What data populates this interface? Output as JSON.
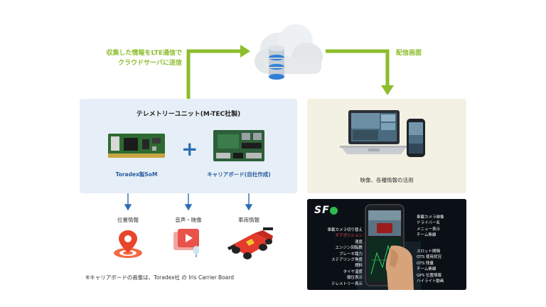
{
  "upload_label_line1": "収集した情報をLTE通信で",
  "upload_label_line2": "クラウドサーバに送信",
  "delivery_label": "配信画面",
  "unit_title": "テレメトリーユニット(M-TEC社製)",
  "som_label": "Toradex製SoM",
  "plus_sign": "+",
  "carrier_label": "キャリアボード(自社作成)",
  "inputs": [
    {
      "label": "位置情報"
    },
    {
      "label": "音声・映像"
    },
    {
      "label": "車両情報"
    }
  ],
  "usage_label": "映像、各種情報の活用",
  "app_logo": "SF",
  "menu_left": [
    "車載カメラ切り替え",
    "ギアポジション",
    "速度",
    "エンジン回転数",
    "ブレーキ踏力",
    "ステアリング角度",
    "燃料",
    "タイヤ温度",
    "順位表示",
    "テレメトリー表示"
  ],
  "menu_left_highlight": 1,
  "menu_right": [
    "車載カメラ映像",
    "ドライバー名",
    "メニュー表示",
    "チーム無線",
    "スロット間隔",
    "OTS 使用状況",
    "OTS 残量",
    "チーム無線",
    "GPS 位置情報",
    "ハイライト動画"
  ],
  "footnote": "※キャリアボードの画像は、Toradex社 の Iris Carrier Board",
  "colors": {
    "arrow_green": "#8cbd2a",
    "arrow_blue": "#2a6db5",
    "unit_bg": "#e6eff7",
    "usage_bg": "#f3f1e3"
  }
}
